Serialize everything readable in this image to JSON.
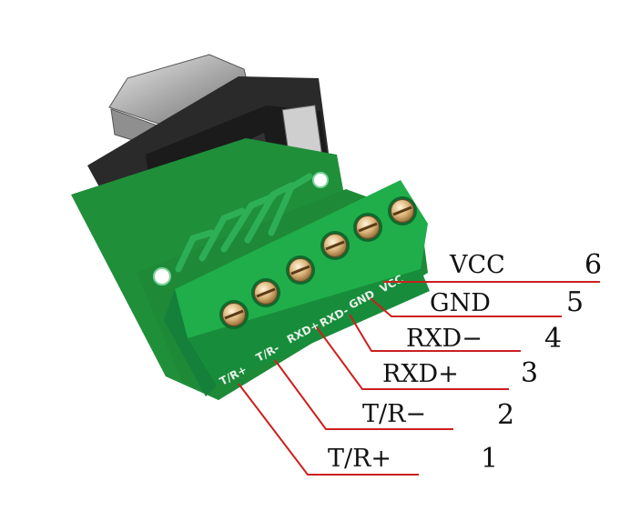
{
  "silkscreen": [
    "T/R+",
    "T/R-",
    "RXD+",
    "RXD-",
    "GND",
    "VCC"
  ],
  "pins": [
    {
      "label": "VCC",
      "number": "6"
    },
    {
      "label": "GND",
      "number": "5"
    },
    {
      "label": "RXD−",
      "number": "4"
    },
    {
      "label": "RXD+",
      "number": "3"
    },
    {
      "label": "T/R−",
      "number": "2"
    },
    {
      "label": "T/R+",
      "number": "1"
    }
  ],
  "colors": {
    "pcb": "#1f8f3a",
    "terminal": "#1fae4a",
    "connector_body": "#222222",
    "metal_shell": "#b8b8b8",
    "leader_line": "#cc1f1f",
    "text": "#111111"
  }
}
